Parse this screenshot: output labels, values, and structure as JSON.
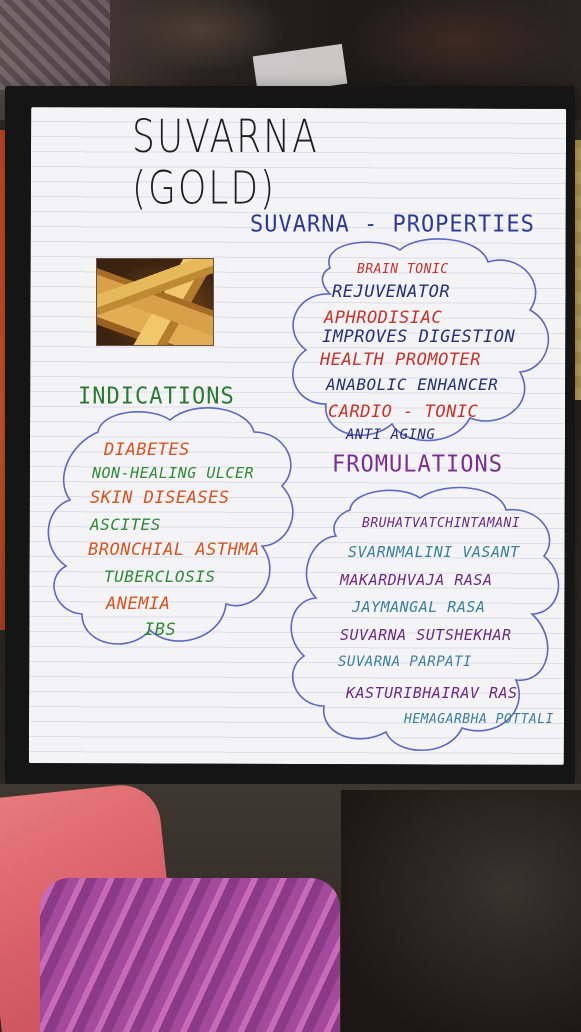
{
  "poster": {
    "title": "SUVARNA (GOLD)",
    "properties": {
      "heading": "SUVARNA - PROPERTIES",
      "color": "#2b3a9a",
      "items": [
        {
          "text": "BRAIN TONIC",
          "color": "#c8322a"
        },
        {
          "text": "REJUVENATOR",
          "color": "#23307a"
        },
        {
          "text": "APHRODISIAC",
          "color": "#c8322a"
        },
        {
          "text": "IMPROVES DIGESTION",
          "color": "#23307a"
        },
        {
          "text": "HEALTH PROMOTER",
          "color": "#c8322a"
        },
        {
          "text": "ANABOLIC ENHANCER",
          "color": "#23307a"
        },
        {
          "text": "CARDIO - TONIC",
          "color": "#c8322a"
        },
        {
          "text": "ANTI AGING",
          "color": "#23307a"
        }
      ]
    },
    "indications": {
      "heading": "INDICATIONS",
      "color": "#2a7a34",
      "items": [
        {
          "text": "DIABETES",
          "color": "#d9531e"
        },
        {
          "text": "NON-HEALING ULCER",
          "color": "#2f8a37"
        },
        {
          "text": "SKIN DISEASES",
          "color": "#d9531e"
        },
        {
          "text": "ASCITES",
          "color": "#2f8a37"
        },
        {
          "text": "BRONCHIAL ASTHMA",
          "color": "#d9531e"
        },
        {
          "text": "TUBERCLOSIS",
          "color": "#2f8a37"
        },
        {
          "text": "ANEMIA",
          "color": "#d9531e"
        },
        {
          "text": "IBS",
          "color": "#2f8a37"
        }
      ]
    },
    "formulations": {
      "heading": "FROMULATIONS",
      "color": "#7a2e93",
      "items": [
        {
          "text": "BRUHATVATCHINTAMANI",
          "color": "#6b2a86"
        },
        {
          "text": "SVARNMALINI VASANT",
          "color": "#3a7fa0"
        },
        {
          "text": "MAKARDHVAJA RASA",
          "color": "#6b2a86"
        },
        {
          "text": "JAYMANGAL RASA",
          "color": "#3a7fa0"
        },
        {
          "text": "SUVARNA SUTSHEKHAR",
          "color": "#6b2a86"
        },
        {
          "text": "SUVARNA PARPATI",
          "color": "#3a7fa0"
        },
        {
          "text": "KASTURIBHAIRAV RAS",
          "color": "#6b2a86"
        },
        {
          "text": "HEMAGARBHA POTTALI",
          "color": "#3a7fa0"
        }
      ]
    },
    "cloud_outline_color": "#5b67c9",
    "gold_image": "gold-bars-photo"
  }
}
